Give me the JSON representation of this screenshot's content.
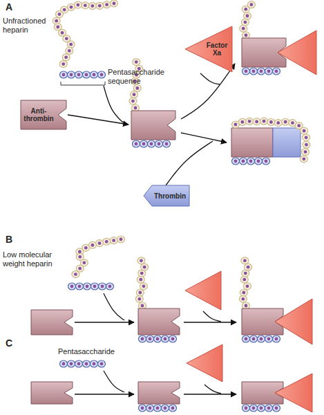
{
  "diagram": {
    "nodes": [
      {
        "text": [
          "Anti- thrombin"
        ]
      },
      {
        "text": [
          "Factor Xa"
        ]
      },
      {
        "text": [
          "Thrombin"
        ]
      }
    ],
    "labels": [
      "A",
      "Unfractioned heparin",
      "Pentasaccharide sequence",
      "B",
      "Low molecular weight heparin",
      "C",
      "Pentasaccharide"
    ]
  }
}
